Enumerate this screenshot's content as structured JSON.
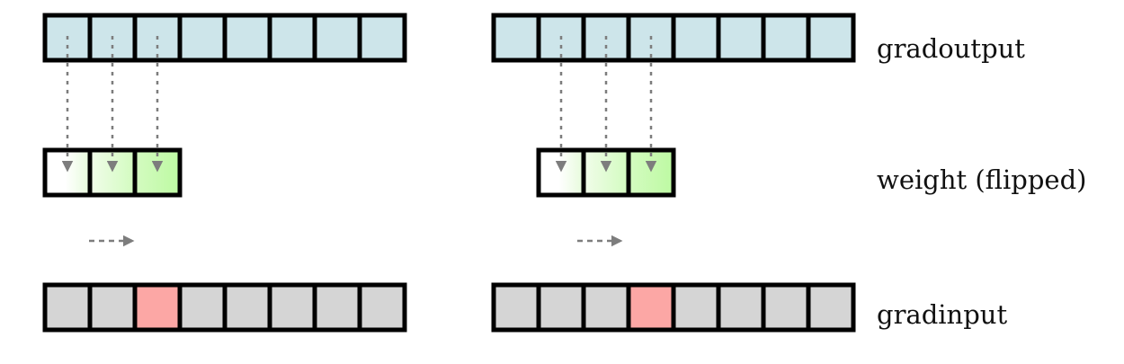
{
  "labels": {
    "gradoutput": "gradoutput",
    "weight": "weight (flipped)",
    "gradinput": "gradinput"
  },
  "colors": {
    "gradoutput_fill": "#cde5ea",
    "weight_fill": "#c3fbaa",
    "weight_fill_light": "#ffffff",
    "gradinput_fill": "#d5d5d5",
    "gradinput_highlight": "#fca7a5",
    "border": "#000000",
    "arrow": "#7d7d7d"
  },
  "panels": [
    {
      "gradoutput_cells": 8,
      "weight_cells": 3,
      "weight_start_index": 0,
      "gradinput_cells": 8,
      "highlight_index": 2
    },
    {
      "gradoutput_cells": 8,
      "weight_cells": 3,
      "weight_start_index": 1,
      "gradinput_cells": 8,
      "highlight_index": 3
    }
  ]
}
